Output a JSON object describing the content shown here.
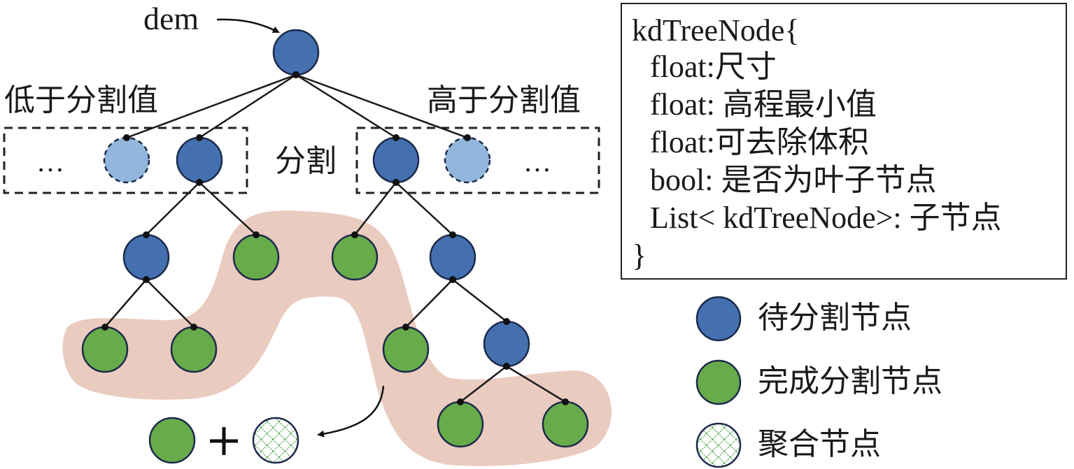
{
  "colors": {
    "pending_node": "#4470b0",
    "pending_light": "#93b7dc",
    "done_node": "#67ab4a",
    "node_stroke": "#1c2a4a",
    "highlight_band": "#eacbbf",
    "hatch_color": "#4fa64a",
    "edge": "#1a1a1a"
  },
  "labels": {
    "entry": "dem",
    "lower_group": "低于分割值",
    "higher_group": "高于分割值",
    "split": "分割",
    "ellipsis_left": "…",
    "ellipsis_right": "…",
    "plus": "+"
  },
  "struct": {
    "header": "kdTreeNode{",
    "fields": [
      "float:尺寸",
      "float: 高程最小值",
      "float:可去除体积",
      "bool: 是否为叶子节点",
      "List< kdTreeNode>: 子节点"
    ],
    "footer": "}"
  },
  "legend": [
    {
      "kind": "pending",
      "label": "待分割节点"
    },
    {
      "kind": "done",
      "label": "完成分割节点"
    },
    {
      "kind": "merged",
      "label": "聚合节点"
    }
  ],
  "tree": {
    "nodes": [
      {
        "id": "root",
        "kind": "pending"
      },
      {
        "id": "l1-lowA",
        "kind": "pending-light"
      },
      {
        "id": "l1-lowB",
        "kind": "pending"
      },
      {
        "id": "l1-highA",
        "kind": "pending"
      },
      {
        "id": "l1-highB",
        "kind": "pending-light"
      },
      {
        "id": "l2-a",
        "kind": "pending"
      },
      {
        "id": "l2-b",
        "kind": "done"
      },
      {
        "id": "l2-c",
        "kind": "done"
      },
      {
        "id": "l2-d",
        "kind": "pending"
      },
      {
        "id": "l3-a",
        "kind": "done"
      },
      {
        "id": "l3-b",
        "kind": "done"
      },
      {
        "id": "l3-c",
        "kind": "done"
      },
      {
        "id": "l3-d",
        "kind": "pending"
      },
      {
        "id": "l4-a",
        "kind": "done"
      },
      {
        "id": "l4-b",
        "kind": "done"
      },
      {
        "id": "result-done",
        "kind": "done"
      },
      {
        "id": "result-merged",
        "kind": "merged"
      }
    ],
    "edges": [
      [
        "root",
        "l1-lowA"
      ],
      [
        "root",
        "l1-lowB"
      ],
      [
        "root",
        "l1-highA"
      ],
      [
        "root",
        "l1-highB"
      ],
      [
        "l1-lowB",
        "l2-a"
      ],
      [
        "l1-lowB",
        "l2-b"
      ],
      [
        "l1-highA",
        "l2-c"
      ],
      [
        "l1-highA",
        "l2-d"
      ],
      [
        "l2-a",
        "l3-a"
      ],
      [
        "l2-a",
        "l3-b"
      ],
      [
        "l2-d",
        "l3-c"
      ],
      [
        "l2-d",
        "l3-d"
      ],
      [
        "l3-d",
        "l4-a"
      ],
      [
        "l3-d",
        "l4-b"
      ]
    ]
  }
}
